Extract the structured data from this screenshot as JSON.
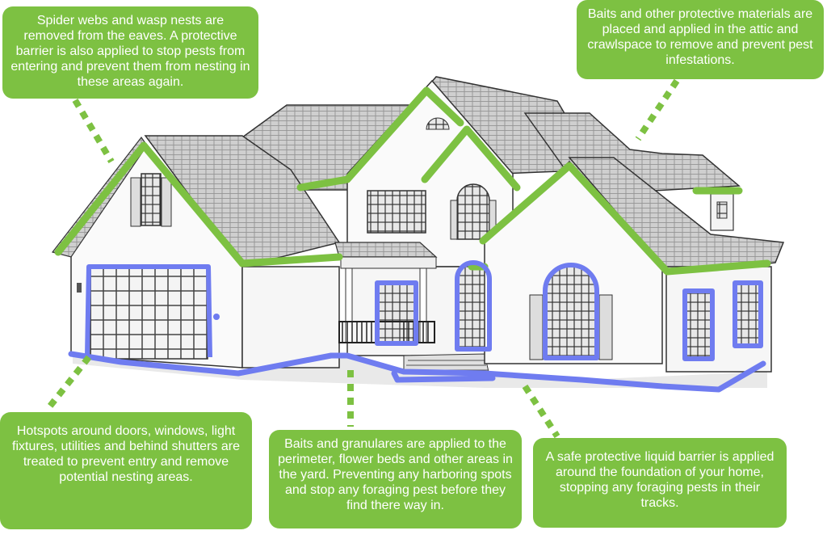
{
  "callouts": {
    "eaves": "Spider webs and wasp nests are removed from the eaves. A protective barrier is also applied to stop pests from entering and prevent them from nesting in these areas again.",
    "attic": "Baits and other protective materials are placed and applied in the attic and crawlspace to remove and prevent pest infestations.",
    "hotspots": "Hotspots around doors, windows, light fixtures, utilities and behind shutters are treated to prevent entry and remove potential nesting areas.",
    "baits": "Baits and granulares are applied to the perimeter, flower beds and other areas in the yard. Preventing any harboring spots and stop any foraging pest before they find there way in.",
    "barrier": "A safe protective liquid barrier is applied around the foundation of your home, stopping any foraging pests in their tracks."
  },
  "colors": {
    "callout_green": "#7dc142",
    "roofline_green": "#7dc142",
    "treatment_blue": "#6f7cf0",
    "outline": "#333333"
  }
}
